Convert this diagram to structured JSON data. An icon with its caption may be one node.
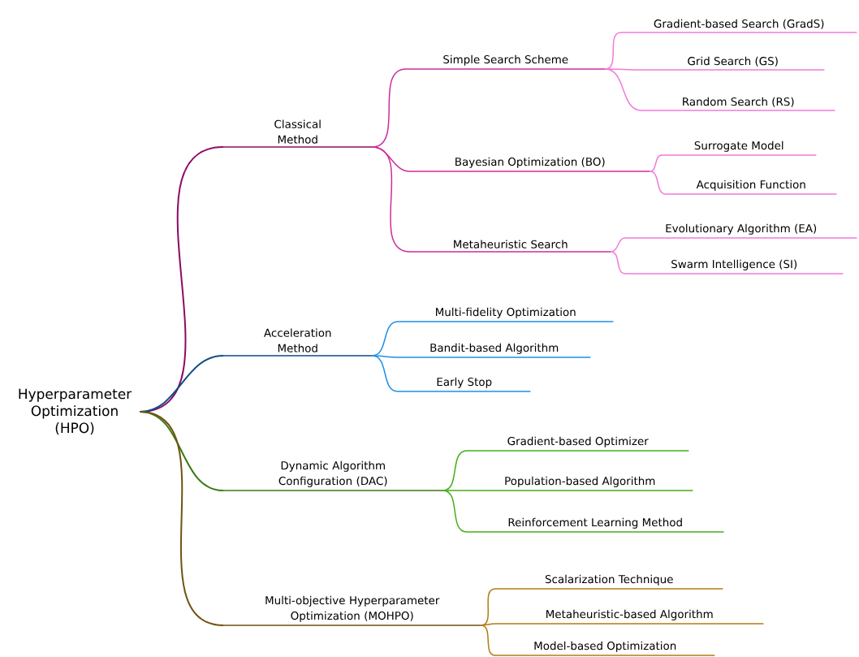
{
  "diagram": {
    "nodes": [
      {
        "text": [
          "Hyperparameter Optimization (HPO)"
        ]
      },
      {
        "text": [
          "Classical Method"
        ]
      },
      {
        "text": [
          "Simple Search Scheme"
        ]
      },
      {
        "text": [
          "Gradient-based Search (GradS)"
        ]
      },
      {
        "text": [
          "Grid Search (GS)"
        ]
      },
      {
        "text": [
          "Random Search (RS)"
        ]
      },
      {
        "text": [
          "Bayesian Optimization (BO)"
        ]
      },
      {
        "text": [
          "Surrogate Model"
        ]
      },
      {
        "text": [
          "Acquisition Function"
        ]
      },
      {
        "text": [
          "Metaheuristic Search"
        ]
      },
      {
        "text": [
          "Evolutionary Algorithm (EA)"
        ]
      },
      {
        "text": [
          "Swarm Intelligence (SI)"
        ]
      },
      {
        "text": [
          "Acceleration Method"
        ]
      },
      {
        "text": [
          "Multi-fidelity Optimization"
        ]
      },
      {
        "text": [
          "Bandit-based Algorithm"
        ]
      },
      {
        "text": [
          "Early Stop"
        ]
      },
      {
        "text": [
          "Dynamic Algorithm Configuration (DAC)"
        ]
      },
      {
        "text": [
          "Gradient-based Optimizer"
        ]
      },
      {
        "text": [
          "Population-based Algorithm"
        ]
      },
      {
        "text": [
          "Reinforcement Learning Method"
        ]
      },
      {
        "text": [
          "Multi-objective Hyperparameter Optimization (MOHPO)"
        ]
      },
      {
        "text": [
          "Scalarization Technique"
        ]
      },
      {
        "text": [
          "Metaheuristic-based Algorithm"
        ]
      },
      {
        "text": [
          "Model-based Optimization"
        ]
      }
    ],
    "edges": [
      {
        "from": 0,
        "to": 1,
        "arrow": "none",
        "color": "#8c0a66"
      },
      {
        "from": 1,
        "to": 2,
        "arrow": "none",
        "color": "#cc2d9e"
      },
      {
        "from": 2,
        "to": 3,
        "arrow": "none",
        "color": "#f27ad8"
      },
      {
        "from": 2,
        "to": 4,
        "arrow": "none",
        "color": "#f27ad8"
      },
      {
        "from": 2,
        "to": 5,
        "arrow": "none",
        "color": "#f27ad8"
      },
      {
        "from": 1,
        "to": 6,
        "arrow": "none",
        "color": "#cc2d9e"
      },
      {
        "from": 6,
        "to": 7,
        "arrow": "none",
        "color": "#f27ad8"
      },
      {
        "from": 6,
        "to": 8,
        "arrow": "none",
        "color": "#f27ad8"
      },
      {
        "from": 1,
        "to": 9,
        "arrow": "none",
        "color": "#cc2d9e"
      },
      {
        "from": 9,
        "to": 10,
        "arrow": "none",
        "color": "#f27ad8"
      },
      {
        "from": 9,
        "to": 11,
        "arrow": "none",
        "color": "#f27ad8"
      },
      {
        "from": 0,
        "to": 12,
        "arrow": "none",
        "color": "#0d4b86"
      },
      {
        "from": 12,
        "to": 13,
        "arrow": "none",
        "color": "#1d8fe6"
      },
      {
        "from": 12,
        "to": 14,
        "arrow": "none",
        "color": "#1d8fe6"
      },
      {
        "from": 12,
        "to": 15,
        "arrow": "none",
        "color": "#1d8fe6"
      },
      {
        "from": 0,
        "to": 16,
        "arrow": "none",
        "color": "#3b7a12"
      },
      {
        "from": 16,
        "to": 17,
        "arrow": "none",
        "color": "#44ad18"
      },
      {
        "from": 16,
        "to": 18,
        "arrow": "none",
        "color": "#44ad18"
      },
      {
        "from": 16,
        "to": 19,
        "arrow": "none",
        "color": "#44ad18"
      },
      {
        "from": 0,
        "to": 20,
        "arrow": "none",
        "color": "#6f5411"
      },
      {
        "from": 20,
        "to": 21,
        "arrow": "none",
        "color": "#b07c10"
      },
      {
        "from": 20,
        "to": 22,
        "arrow": "none",
        "color": "#b07c10"
      },
      {
        "from": 20,
        "to": 23,
        "arrow": "none",
        "color": "#b07c10"
      }
    ]
  }
}
